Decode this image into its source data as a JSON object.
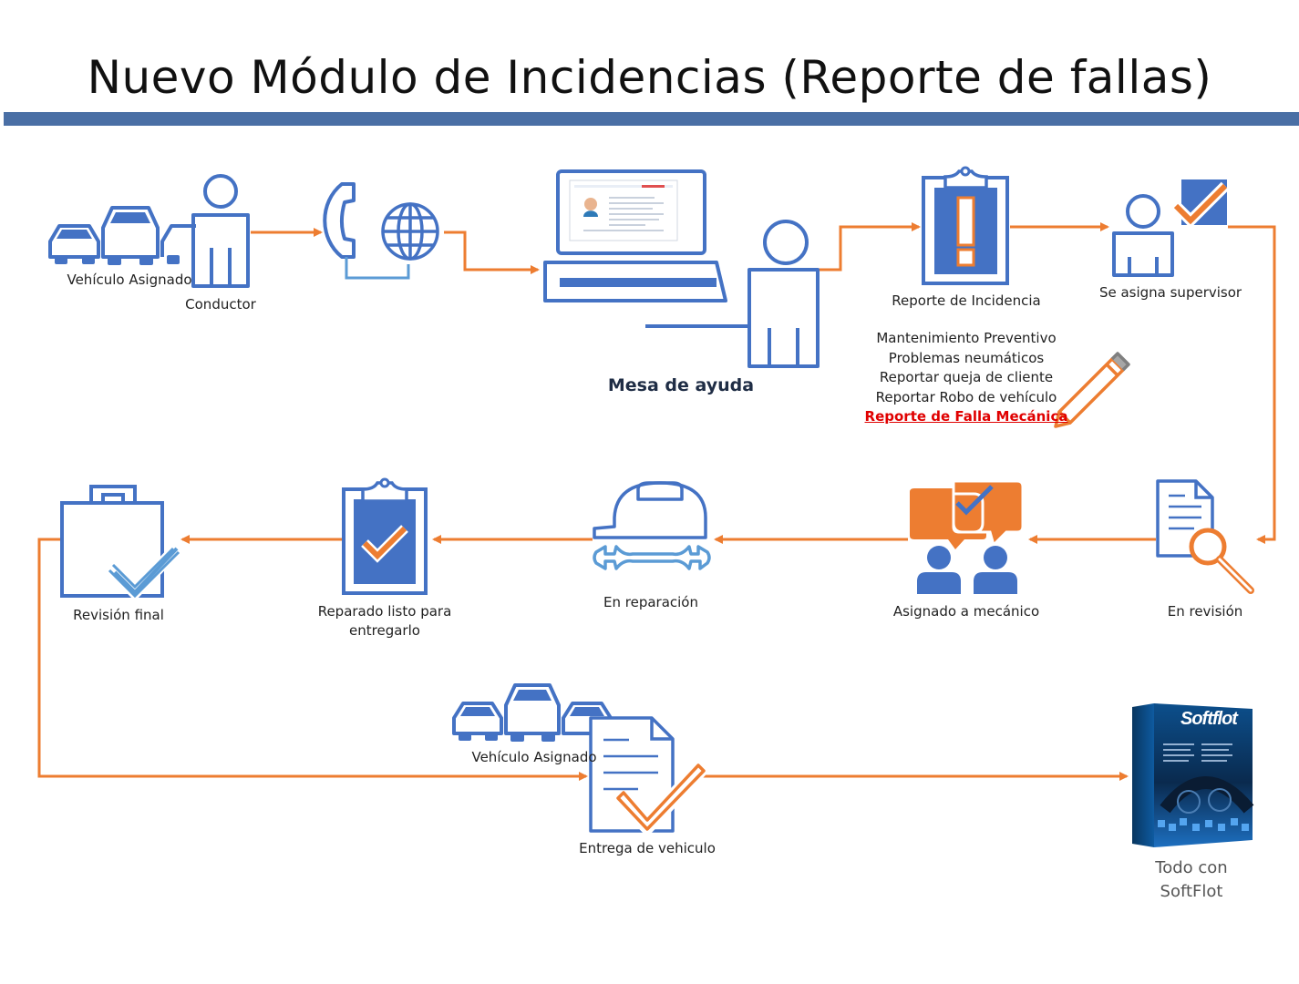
{
  "title": "Nuevo Módulo de Incidencias (Reporte de fallas)",
  "labels": {
    "vehiculo_asignado": "Vehículo Asignado",
    "conductor": "Conductor",
    "mesa_de_ayuda": "Mesa de ayuda",
    "reporte_incidencia": "Reporte de Incidencia",
    "se_asigna_supervisor": "Se asigna supervisor",
    "en_revision": "En revisión",
    "asignado_mecanico": "Asignado a mecánico",
    "en_reparacion": "En reparación",
    "reparado_line1": "Reparado listo para",
    "reparado_line2": "entregarlo",
    "revision_final": "Revisión final",
    "vehiculo_asignado_2": "Vehículo Asignado",
    "entrega_vehiculo": "Entrega de vehiculo",
    "softflot_line1": "Todo con",
    "softflot_line2": "SoftFlot"
  },
  "incident_types": [
    "Mantenimiento Preventivo",
    "Problemas neumáticos",
    "Reportar queja de cliente",
    "Reportar Robo de vehículo",
    "Reporte de Falla Mecánica"
  ],
  "product": {
    "brand": "Softflot"
  },
  "colors": {
    "accent_orange": "#ed7d31",
    "icon_blue": "#4472c4",
    "title_bar": "#4a6fa5",
    "highlight_red": "#e00000"
  },
  "icons": [
    "cars-icon",
    "person-icon",
    "phone-icon",
    "globe-icon",
    "laptop-icon",
    "clipboard-alert-icon",
    "checkbox-icon",
    "document-search-icon",
    "chat-people-icon",
    "helmet-wrench-icon",
    "clipboard-check-icon",
    "bag-check-icon",
    "document-check-icon",
    "pencil-icon",
    "software-box-icon"
  ]
}
